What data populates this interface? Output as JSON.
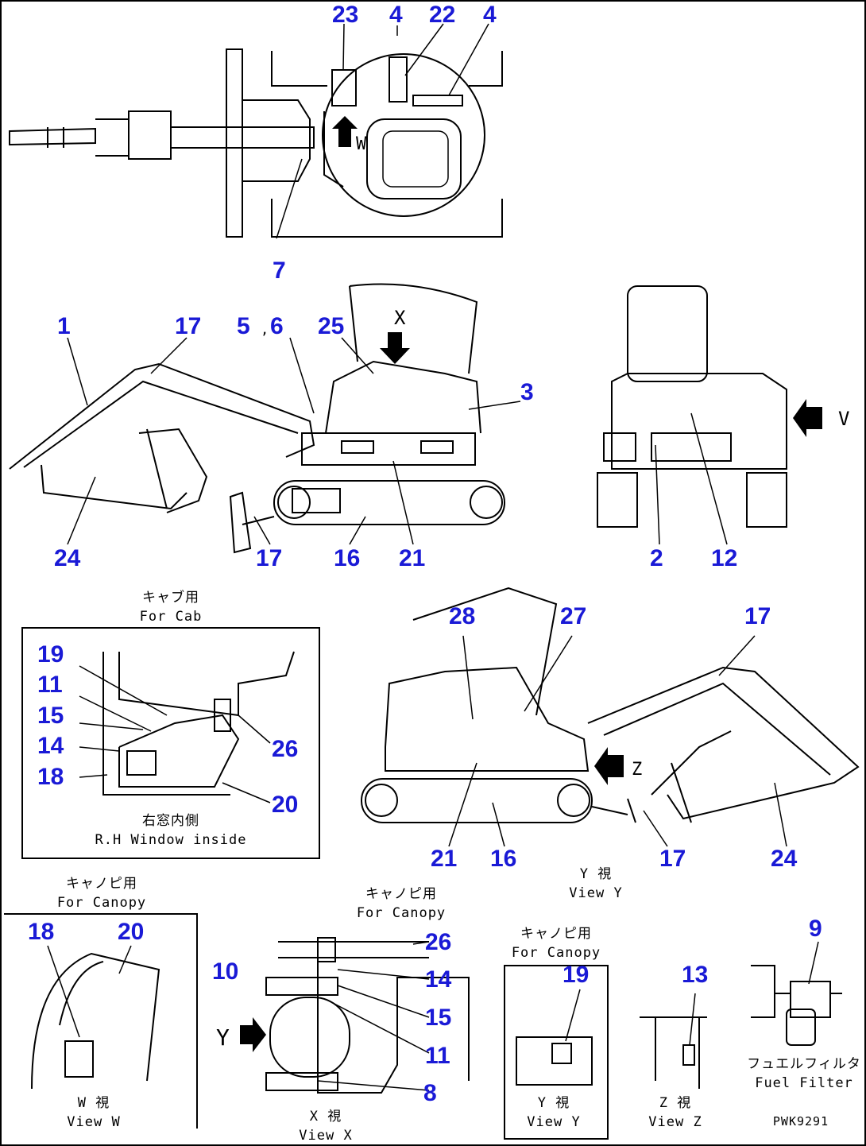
{
  "part_numbers": {
    "top": [
      "23",
      "4",
      "22",
      "4",
      "7"
    ],
    "side_left": [
      "1",
      "17",
      "5",
      "6",
      "25",
      "3",
      "24",
      "17",
      "16",
      "21"
    ],
    "rear": [
      "2",
      "12"
    ],
    "side_right": [
      "28",
      "27",
      "17",
      "21",
      "16",
      "17",
      "24"
    ],
    "cab_inset": [
      "19",
      "11",
      "15",
      "14",
      "18",
      "26",
      "20"
    ],
    "canopy_w": [
      "18",
      "20"
    ],
    "view_x": [
      "26",
      "10",
      "14",
      "15",
      "11",
      "8"
    ],
    "view_y": [
      "19"
    ],
    "view_z": [
      "13"
    ],
    "fuel": [
      "9"
    ]
  },
  "view_letters": {
    "x": "X",
    "v": "V",
    "y": "Y",
    "z": "Z",
    "w": "W"
  },
  "captions": {
    "cab_jp": "キャブ用",
    "cab_en": "For Cab",
    "rh_jp": "右窓内側",
    "rh_en": "R.H Window inside",
    "canopy_jp": "キャノピ用",
    "canopy_en": "For Canopy",
    "view_w_jp": "W 視",
    "view_w_en": "View W",
    "view_x_jp": "X 視",
    "view_x_en": "View X",
    "view_y_jp": "Y 視",
    "view_y_en": "View Y",
    "view_y2_jp": "Y 視",
    "view_y2_en": "View Y",
    "view_z_jp": "Z 視",
    "view_z_en": "View Z",
    "fuel_jp": "フュエルフィルタ",
    "fuel_en": "Fuel Filter",
    "drawing_code": "PWK9291"
  }
}
